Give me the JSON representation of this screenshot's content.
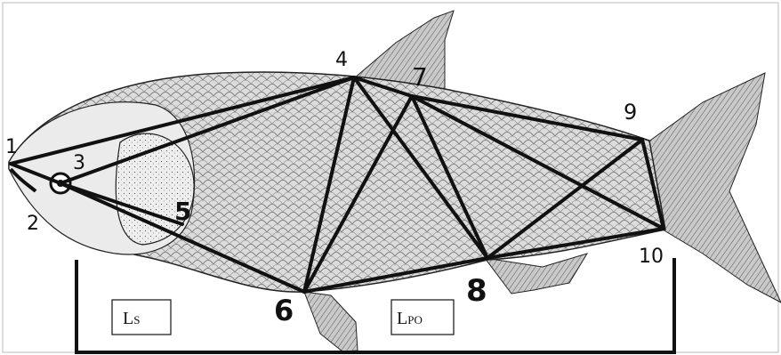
{
  "figure": {
    "landmarks": [
      {
        "id": "1",
        "label": "1"
      },
      {
        "id": "2",
        "label": "2"
      },
      {
        "id": "3",
        "label": "3"
      },
      {
        "id": "4",
        "label": "4"
      },
      {
        "id": "5",
        "label": "5"
      },
      {
        "id": "6",
        "label": "6"
      },
      {
        "id": "7",
        "label": "7"
      },
      {
        "id": "8",
        "label": "8"
      },
      {
        "id": "9",
        "label": "9"
      },
      {
        "id": "10",
        "label": "10"
      }
    ],
    "truss_edges": [
      [
        "1",
        "3"
      ],
      [
        "1",
        "4"
      ],
      [
        "3",
        "4"
      ],
      [
        "3",
        "6"
      ],
      [
        "3",
        "5"
      ],
      [
        "4",
        "6"
      ],
      [
        "4",
        "7"
      ],
      [
        "4",
        "8"
      ],
      [
        "6",
        "7"
      ],
      [
        "6",
        "8"
      ],
      [
        "7",
        "8"
      ],
      [
        "7",
        "9"
      ],
      [
        "7",
        "10"
      ],
      [
        "8",
        "9"
      ],
      [
        "8",
        "10"
      ],
      [
        "9",
        "10"
      ]
    ],
    "length_boxes": {
      "ls": {
        "main": "L",
        "sub": "S"
      },
      "lpo": {
        "main": "L",
        "sub": "PO"
      }
    },
    "colors": {
      "ink": "#111111",
      "body_fill": "#d9d9d9",
      "fin_fill": "#bdbdbd",
      "background": "#ffffff"
    }
  }
}
